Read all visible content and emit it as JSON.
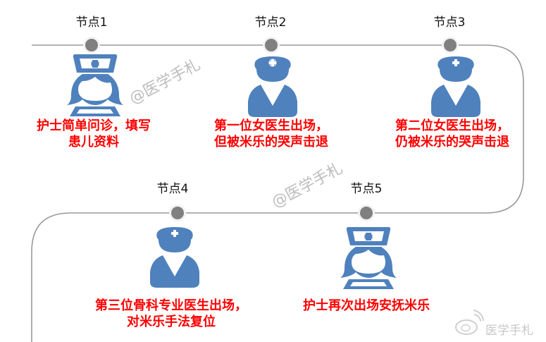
{
  "diagram": {
    "type": "timeline",
    "line_color": "#999999",
    "dot_color": "#808080",
    "icon_color": "#4F81BD",
    "caption_color": "#FF0000",
    "nodes": [
      {
        "label": "节点1",
        "icon": "nurse-icon",
        "caption_lines": [
          "护士简单问诊，填写",
          "患儿资料"
        ]
      },
      {
        "label": "节点2",
        "icon": "doctor-icon",
        "caption_lines": [
          "第一位女医生出场，",
          "但被米乐的哭声击退"
        ]
      },
      {
        "label": "节点3",
        "icon": "doctor-icon",
        "caption_lines": [
          "第二位女医生出场，",
          "仍被米乐的哭声击退"
        ]
      },
      {
        "label": "节点4",
        "icon": "doctor-icon",
        "caption_lines": [
          "第三位骨科专业医生出场，",
          "对米乐手法复位"
        ]
      },
      {
        "label": "节点5",
        "icon": "nurse-icon",
        "caption_lines": [
          "护士再次出场安抚米乐"
        ]
      }
    ]
  },
  "watermarks": {
    "diagonal_1": "@医学手札",
    "diagonal_2": "@医学手札",
    "weibo_text": "医学手札",
    "weibo_icon": "weibo-icon"
  }
}
